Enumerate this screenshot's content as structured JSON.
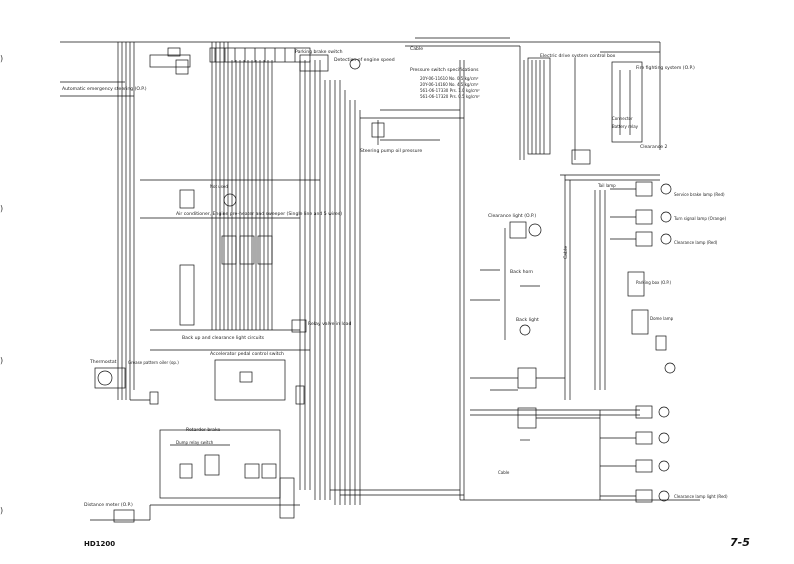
{
  "diagram": {
    "model": "HD1200",
    "page_number": "7-5",
    "labels": {
      "auto_emergency_steering": "Automatic emergency steering (O.P.)",
      "cable_top": "Cable",
      "parking_brake_switch": "Parking brake switch",
      "detection_engine_speed": "Detection of engine speed",
      "pressure_switch_specs": [
        "Pressure switch specifications",
        "20Y-06-11610 No. 0.5 kg/cm²",
        "20Y-06-14160 No. 4.5 kg/cm²",
        "561-06-17330 Prs. 1.0 kg/cm²",
        "561-06-17320 Prs. 0.5 kg/cm²"
      ],
      "electric_drive_box": "Electric drive system control box",
      "fire_fighting_system": "Fire fighting system (O.P.)",
      "connector": "Connector",
      "battery_relay": "Battery relay",
      "steering_pump_oil": "Steering pump oil pressure",
      "clearance_2": "Clearance 2",
      "tail_lamp": "Tail lamp",
      "service_brake_lamp": "Service brake lamp (Red)",
      "turn_signal_lamp": "Turn signal lamp (Orange)",
      "clearance_lamp_red": "Clearance lamp (Red)",
      "parking_switch_op": "Parking box (O.P.)",
      "dome_lamp": "Dome lamp",
      "clearance_light": "Clearance light (O.P.)",
      "back_horn": "Back horn",
      "back_light": "Back light",
      "cable_right": "Cable",
      "clearance_lamp_bottom": "Clearance lamp light (Red)",
      "air_cond_note": "Air conditioner, Engine pre-heater and sweeper (Single line and 5 wires)",
      "not_used": "Not used",
      "lights_note": "Back up and clearance light circuits",
      "relay_note": "Relay valve in load",
      "thermostat": "Thermostat",
      "grease_pattern": "Grease pattern oiler (op.)",
      "accel_pedal_switch": "Accelerator pedal control switch",
      "retarder_brake": "Retarder brake",
      "dump_relay": "Dump relay switch",
      "distance_meter": "Distance meter (O.P.)",
      "cable_side": "Cable"
    }
  },
  "colors": {
    "ink": "#111111",
    "paper": "#ffffff"
  }
}
